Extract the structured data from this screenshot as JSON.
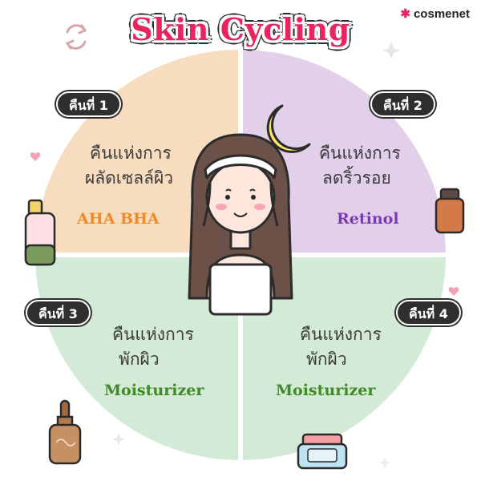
{
  "brand": {
    "logo_text": "cosmenet",
    "flower_icon": "flower-icon"
  },
  "title": "Skin Cycling",
  "colors": {
    "title": "#e9245f",
    "q1": "#f8dcc0",
    "q2": "#e2d0ea",
    "q3": "#d3ebd6",
    "q4": "#d3ebd6",
    "aha": "#f08a24",
    "retinol": "#7a3bb8",
    "moist": "#3f8a25"
  },
  "nights": [
    {
      "badge": "คืนที่ 1",
      "line1": "คืนแห่งการ",
      "line2": "ผลัดเซลล์ผิว",
      "product": "AHA BHA"
    },
    {
      "badge": "คืนที่ 2",
      "line1": "คืนแห่งการ",
      "line2": "ลดริ้วรอย",
      "product": "Retinol"
    },
    {
      "badge": "คืนที่ 3",
      "line1": "คืนแห่งการ",
      "line2": "พักผิว",
      "product": "Moisturizer"
    },
    {
      "badge": "คืนที่ 4",
      "line1": "คืนแห่งการ",
      "line2": "พักผิว",
      "product": "Moisturizer"
    }
  ],
  "icons": [
    "cycle-arrows-icon",
    "moon-icon",
    "heart-icon",
    "sparkle-icon",
    "serum-bottle-icon",
    "dropper-bottle-icon",
    "cream-jar-icon",
    "amber-bottle-icon"
  ]
}
